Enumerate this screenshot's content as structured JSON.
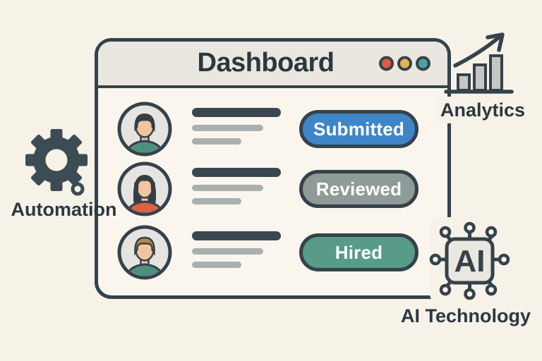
{
  "page": {
    "background": "#f6f2e8",
    "ink": "#35424b"
  },
  "window": {
    "title": "Dashboard",
    "traffic_dots": [
      {
        "name": "dot-red",
        "color": "#e0593c"
      },
      {
        "name": "dot-yellow",
        "color": "#e4b54d"
      },
      {
        "name": "dot-teal",
        "color": "#4da2a0"
      }
    ],
    "rows": [
      {
        "avatar": "man-dark-hair-green-shirt",
        "status": "Submitted",
        "status_color": "#3e86c7"
      },
      {
        "avatar": "woman-dark-hair-orange-shirt",
        "status": "Reviewed",
        "status_color": "#8f9b96"
      },
      {
        "avatar": "man-brown-hair-green-shirt",
        "status": "Hired",
        "status_color": "#579b88"
      }
    ]
  },
  "annotations": {
    "automation": {
      "label": "Automation",
      "icon": "gear-icon"
    },
    "analytics": {
      "label": "Analytics",
      "icon": "bar-chart-growth-icon"
    },
    "ai": {
      "label": "AI Technology",
      "icon": "ai-chip-icon",
      "chip_text": "AI"
    }
  }
}
